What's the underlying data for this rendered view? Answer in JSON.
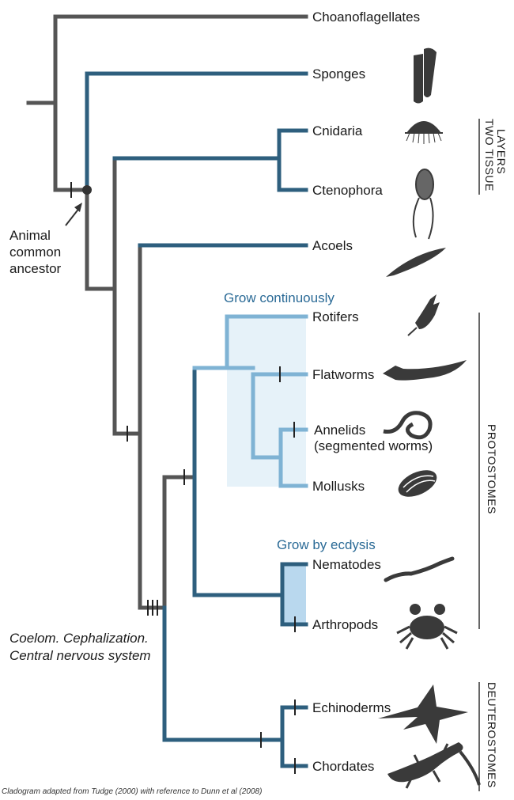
{
  "taxa": [
    {
      "id": "choanoflagellates",
      "label": "Choanoflagellates"
    },
    {
      "id": "sponges",
      "label": "Sponges"
    },
    {
      "id": "cnidaria",
      "label": "Cnidaria"
    },
    {
      "id": "ctenophora",
      "label": "Ctenophora"
    },
    {
      "id": "acoels",
      "label": "Acoels"
    },
    {
      "id": "rotifers",
      "label": "Rotifers"
    },
    {
      "id": "flatworms",
      "label": "Flatworms"
    },
    {
      "id": "annelids",
      "label": "Annelids"
    },
    {
      "id": "annelids_sub",
      "label": "(segmented worms)"
    },
    {
      "id": "mollusks",
      "label": "Mollusks"
    },
    {
      "id": "nematodes",
      "label": "Nematodes"
    },
    {
      "id": "arthropods",
      "label": "Arthropods"
    },
    {
      "id": "echinoderms",
      "label": "Echinoderms"
    },
    {
      "id": "chordates",
      "label": "Chordates"
    }
  ],
  "annotations": {
    "ancestor_line1": "Animal",
    "ancestor_line2": "common",
    "ancestor_line3": "ancestor",
    "grow_continuously": "Grow continuously",
    "grow_by_ecdysis": "Grow by ecdysis",
    "coelom_line1": "Coelom. Cephalization.",
    "coelom_line2": "Central nervous system",
    "caption": "Cladogram adapted from Tudge (2000) with reference to Dunn et al (2008)"
  },
  "groups": {
    "two_tissue_line1": "TWO TISSUE",
    "two_tissue_line2": "LAYERS",
    "protostomes": "PROTOSTOMES",
    "deuterostomes": "DEUTEROSTOMES"
  },
  "colors": {
    "gray": "#555555",
    "dark_blue": "#2e5f7e",
    "light_blue": "#7fb3d4",
    "light_fill": "#e6f2f9",
    "mid_fill": "#b9d8ee",
    "silhouette": "#3a3a3a"
  },
  "icons": [
    "sponge-icon",
    "jellyfish-icon",
    "comb-jelly-icon",
    "acoel-icon",
    "rotifer-icon",
    "flatworm-icon",
    "annelid-icon",
    "mollusk-icon",
    "nematode-icon",
    "crab-icon",
    "starfish-icon",
    "lizard-icon"
  ]
}
